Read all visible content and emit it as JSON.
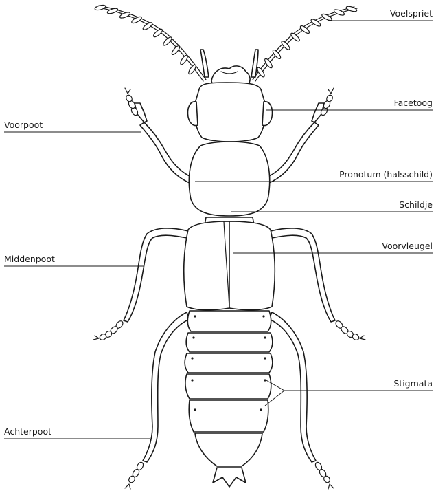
{
  "labels": {
    "voelspriet": "Voelspriet",
    "facetoog": "Facetoog",
    "voorpoot": "Voorpoot",
    "pronotum": "Pronotum (halsschild)",
    "schildje": "Schildje",
    "middenpoot": "Middenpoot",
    "voorvleugel": "Voorvleugel",
    "stigmata": "Stigmata",
    "achterpoot": "Achterpoot"
  },
  "colors": {
    "ink": "#1a1a1a",
    "background": "#ffffff"
  }
}
